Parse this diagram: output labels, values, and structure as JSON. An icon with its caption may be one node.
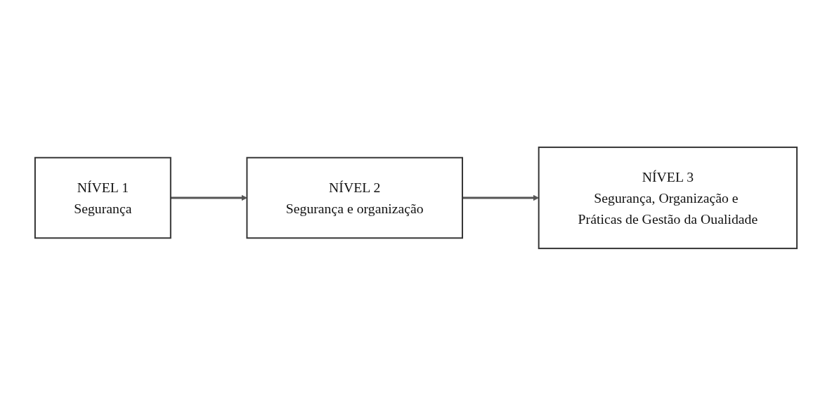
{
  "diagram": {
    "nodes": [
      {
        "text": [
          "NÍVEL 1",
          "Segurança"
        ]
      },
      {
        "text": [
          "NÍVEL 2",
          "Segurança e organização"
        ]
      },
      {
        "text": [
          "NÍVEL 3",
          "Segurança, Organização e Práticas de Gestão da Oualidade"
        ]
      }
    ],
    "edges": [
      {
        "from": 0,
        "to": 1,
        "arrow": "to"
      },
      {
        "from": 1,
        "to": 2,
        "arrow": "to"
      }
    ]
  }
}
